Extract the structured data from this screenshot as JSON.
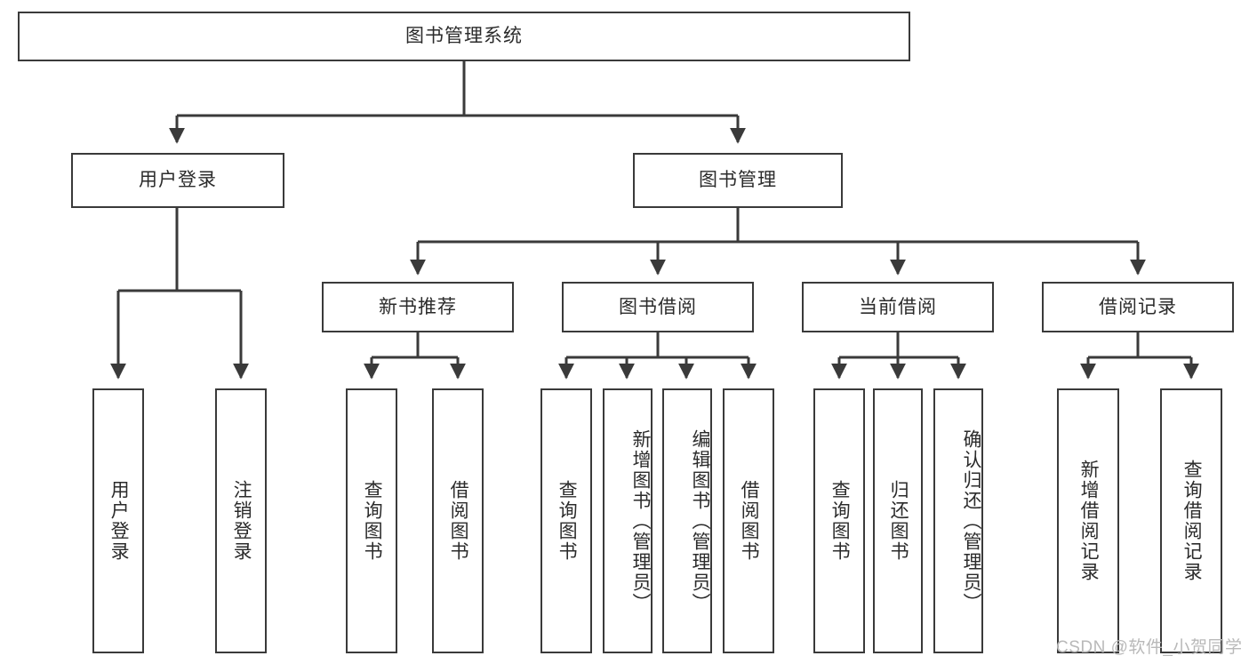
{
  "diagram": {
    "title": "图书管理系统",
    "type": "function-structure-tree",
    "watermark": "CSDN @软件_小贺同学",
    "colors": {
      "stroke": "#3a3a3a",
      "text": "#2b2b2b",
      "background": "#ffffff",
      "watermark": "#b9b9b9"
    }
  },
  "nodes": {
    "root": {
      "label": "图书管理系统",
      "level": 0
    },
    "level1": [
      {
        "id": "user-login",
        "label": "用户登录"
      },
      {
        "id": "book-manage",
        "label": "图书管理"
      }
    ],
    "level2": [
      {
        "id": "new-book-recommend",
        "label": "新书推荐",
        "parent": "book-manage"
      },
      {
        "id": "book-borrow",
        "label": "图书借阅",
        "parent": "book-manage"
      },
      {
        "id": "current-borrow",
        "label": "当前借阅",
        "parent": "book-manage"
      },
      {
        "id": "borrow-record",
        "label": "借阅记录",
        "parent": "book-manage"
      }
    ],
    "leaves": [
      {
        "id": "leaf-user-login",
        "label": "用户登录",
        "parent": "user-login"
      },
      {
        "id": "leaf-user-logout",
        "label": "注销登录",
        "parent": "user-login"
      },
      {
        "id": "leaf-query-book-1",
        "label": "查询图书",
        "parent": "new-book-recommend"
      },
      {
        "id": "leaf-borrow-book-1",
        "label": "借阅图书",
        "parent": "new-book-recommend"
      },
      {
        "id": "leaf-query-book-2",
        "label": "查询图书",
        "parent": "book-borrow"
      },
      {
        "id": "leaf-add-book",
        "label": "新增图书（管理员）",
        "parent": "book-borrow"
      },
      {
        "id": "leaf-edit-book",
        "label": "编辑图书（管理员）",
        "parent": "book-borrow"
      },
      {
        "id": "leaf-borrow-book-2",
        "label": "借阅图书",
        "parent": "book-borrow"
      },
      {
        "id": "leaf-query-book-3",
        "label": "查询图书",
        "parent": "current-borrow"
      },
      {
        "id": "leaf-return-book",
        "label": "归还图书",
        "parent": "current-borrow"
      },
      {
        "id": "leaf-confirm-return",
        "label": "确认归还（管理员）",
        "parent": "current-borrow"
      },
      {
        "id": "leaf-add-record",
        "label": "新增借阅记录",
        "parent": "borrow-record"
      },
      {
        "id": "leaf-query-record",
        "label": "查询借阅记录",
        "parent": "borrow-record"
      }
    ]
  }
}
